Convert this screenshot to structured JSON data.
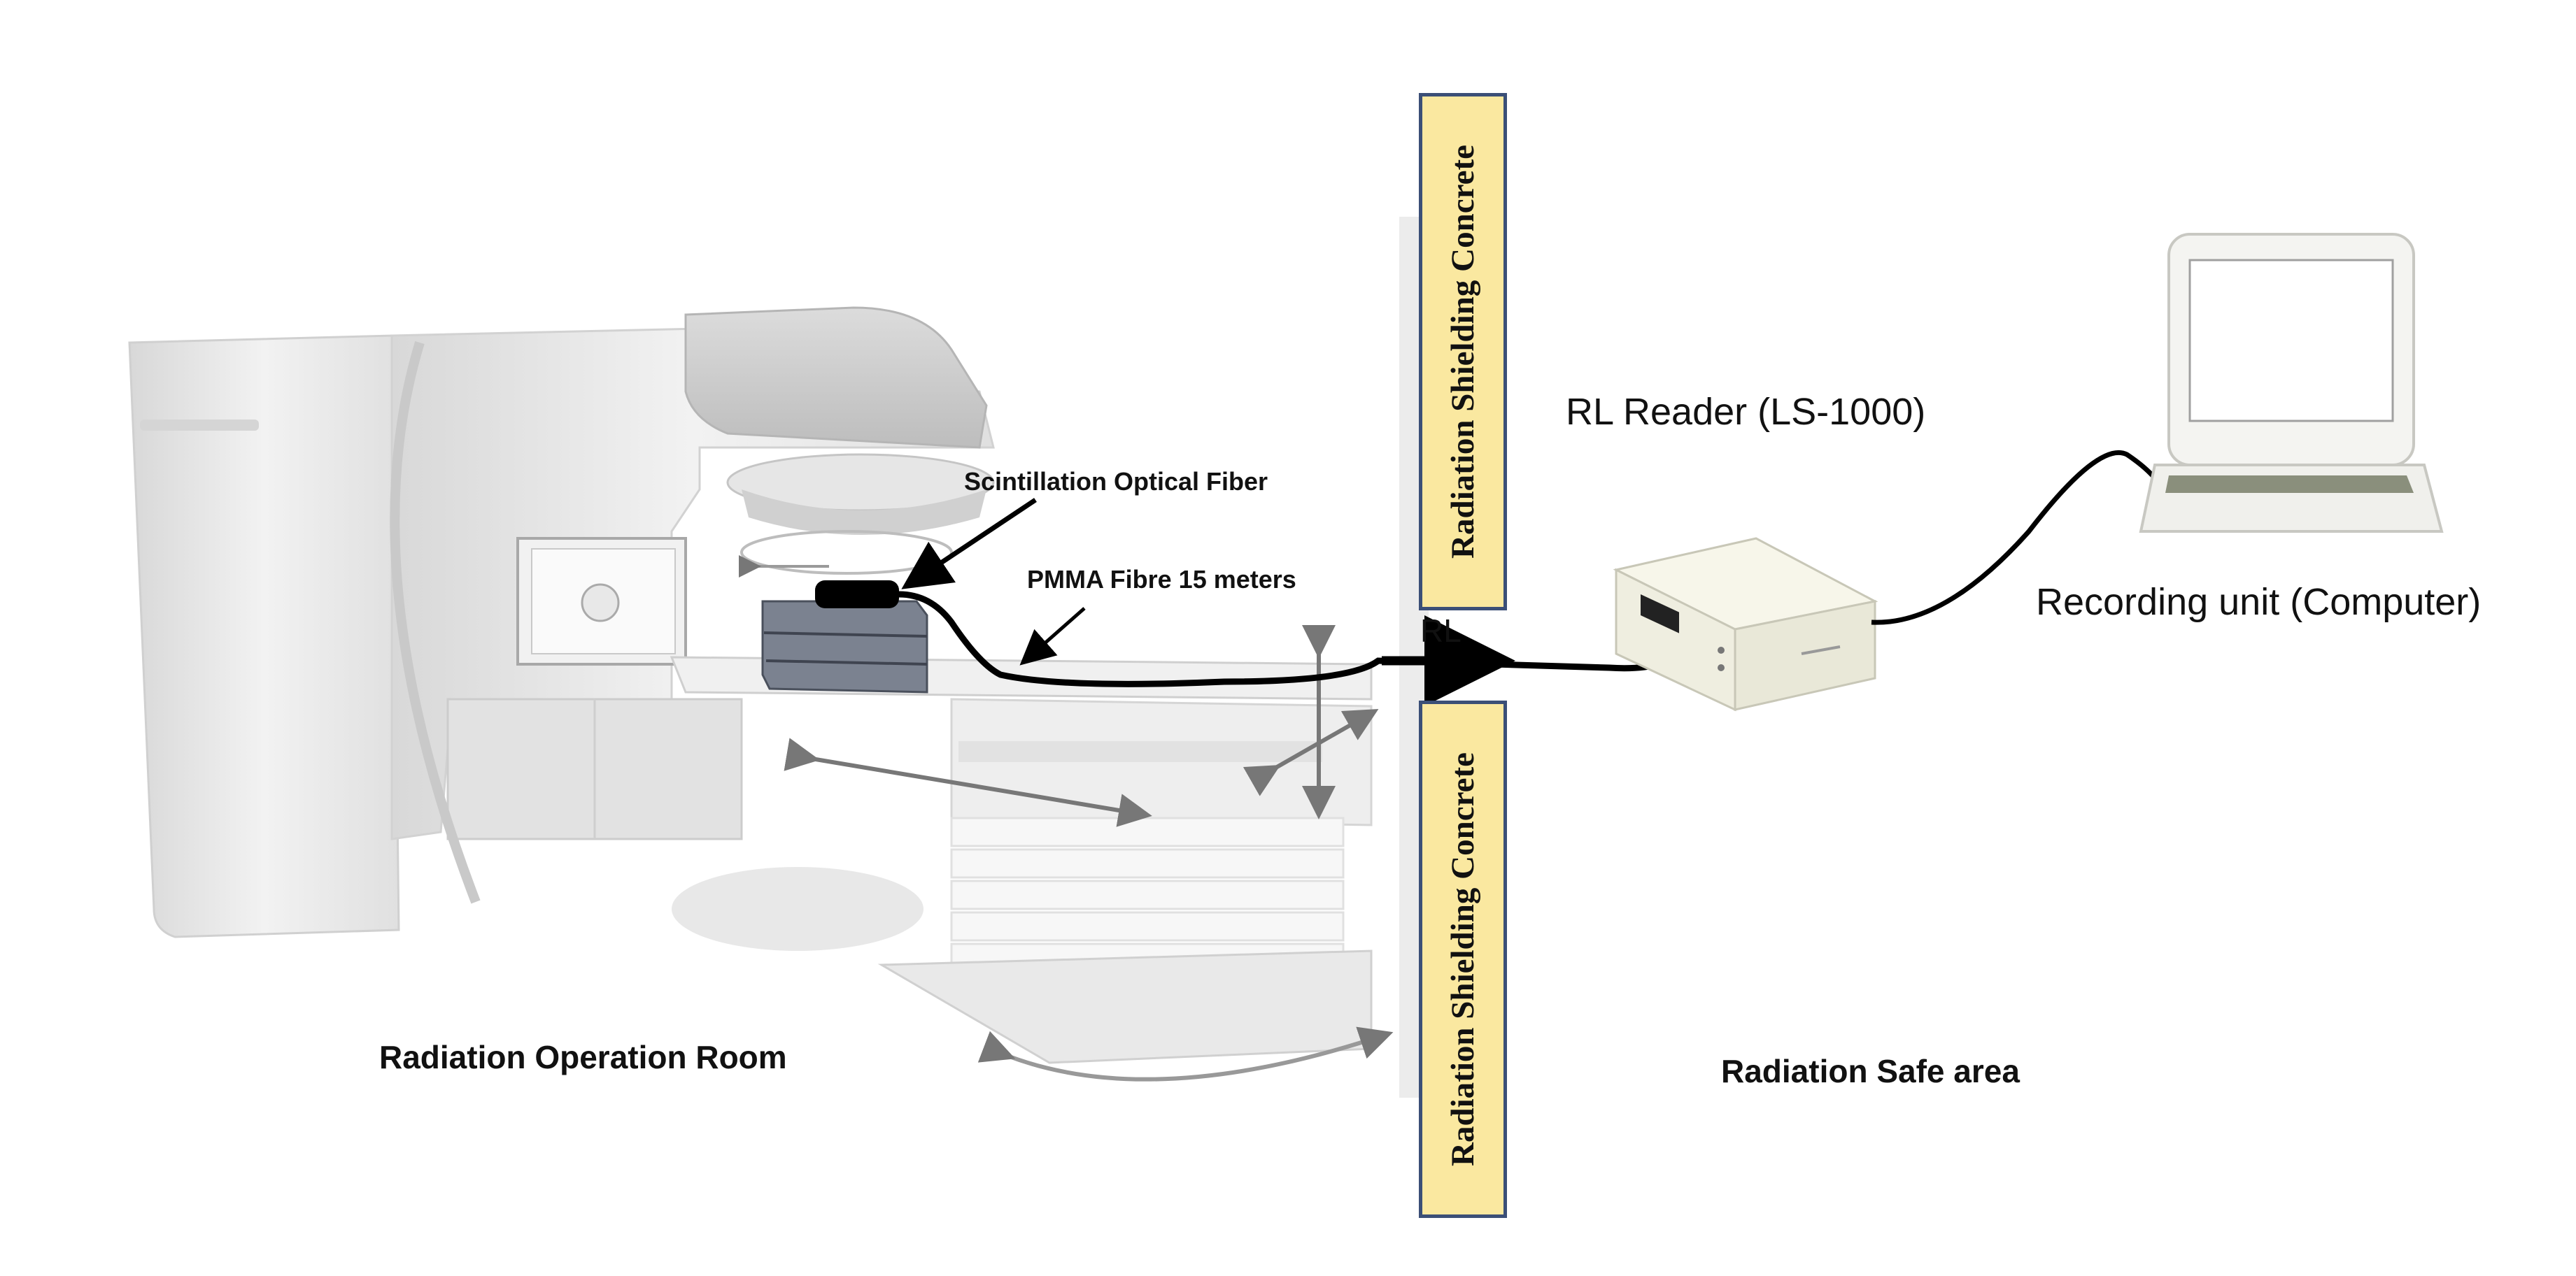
{
  "labels": {
    "scintillation_fiber": "Scintillation Optical Fiber",
    "pmma_fibre": "PMMA Fibre 15 meters",
    "rl_signal": "RL",
    "rl_reader": "RL Reader (LS-1000)",
    "recording_unit": "Recording unit (Computer)",
    "operation_room": "Radiation Operation Room",
    "safe_area": "Radiation Safe area"
  },
  "walls": {
    "upper": "Radiation Shielding Concrete",
    "lower": "Radiation Shielding Concrete"
  },
  "colors": {
    "wall_fill": "#fae8a0",
    "wall_border": "#3b4f77",
    "cable": "#000000",
    "machine": "#e6e6e6"
  },
  "icons": [
    "linac-machine",
    "patient-couch",
    "phantom-block",
    "scintillator-probe",
    "rl-reader-box",
    "computer-monitor",
    "computer-keyboard"
  ]
}
